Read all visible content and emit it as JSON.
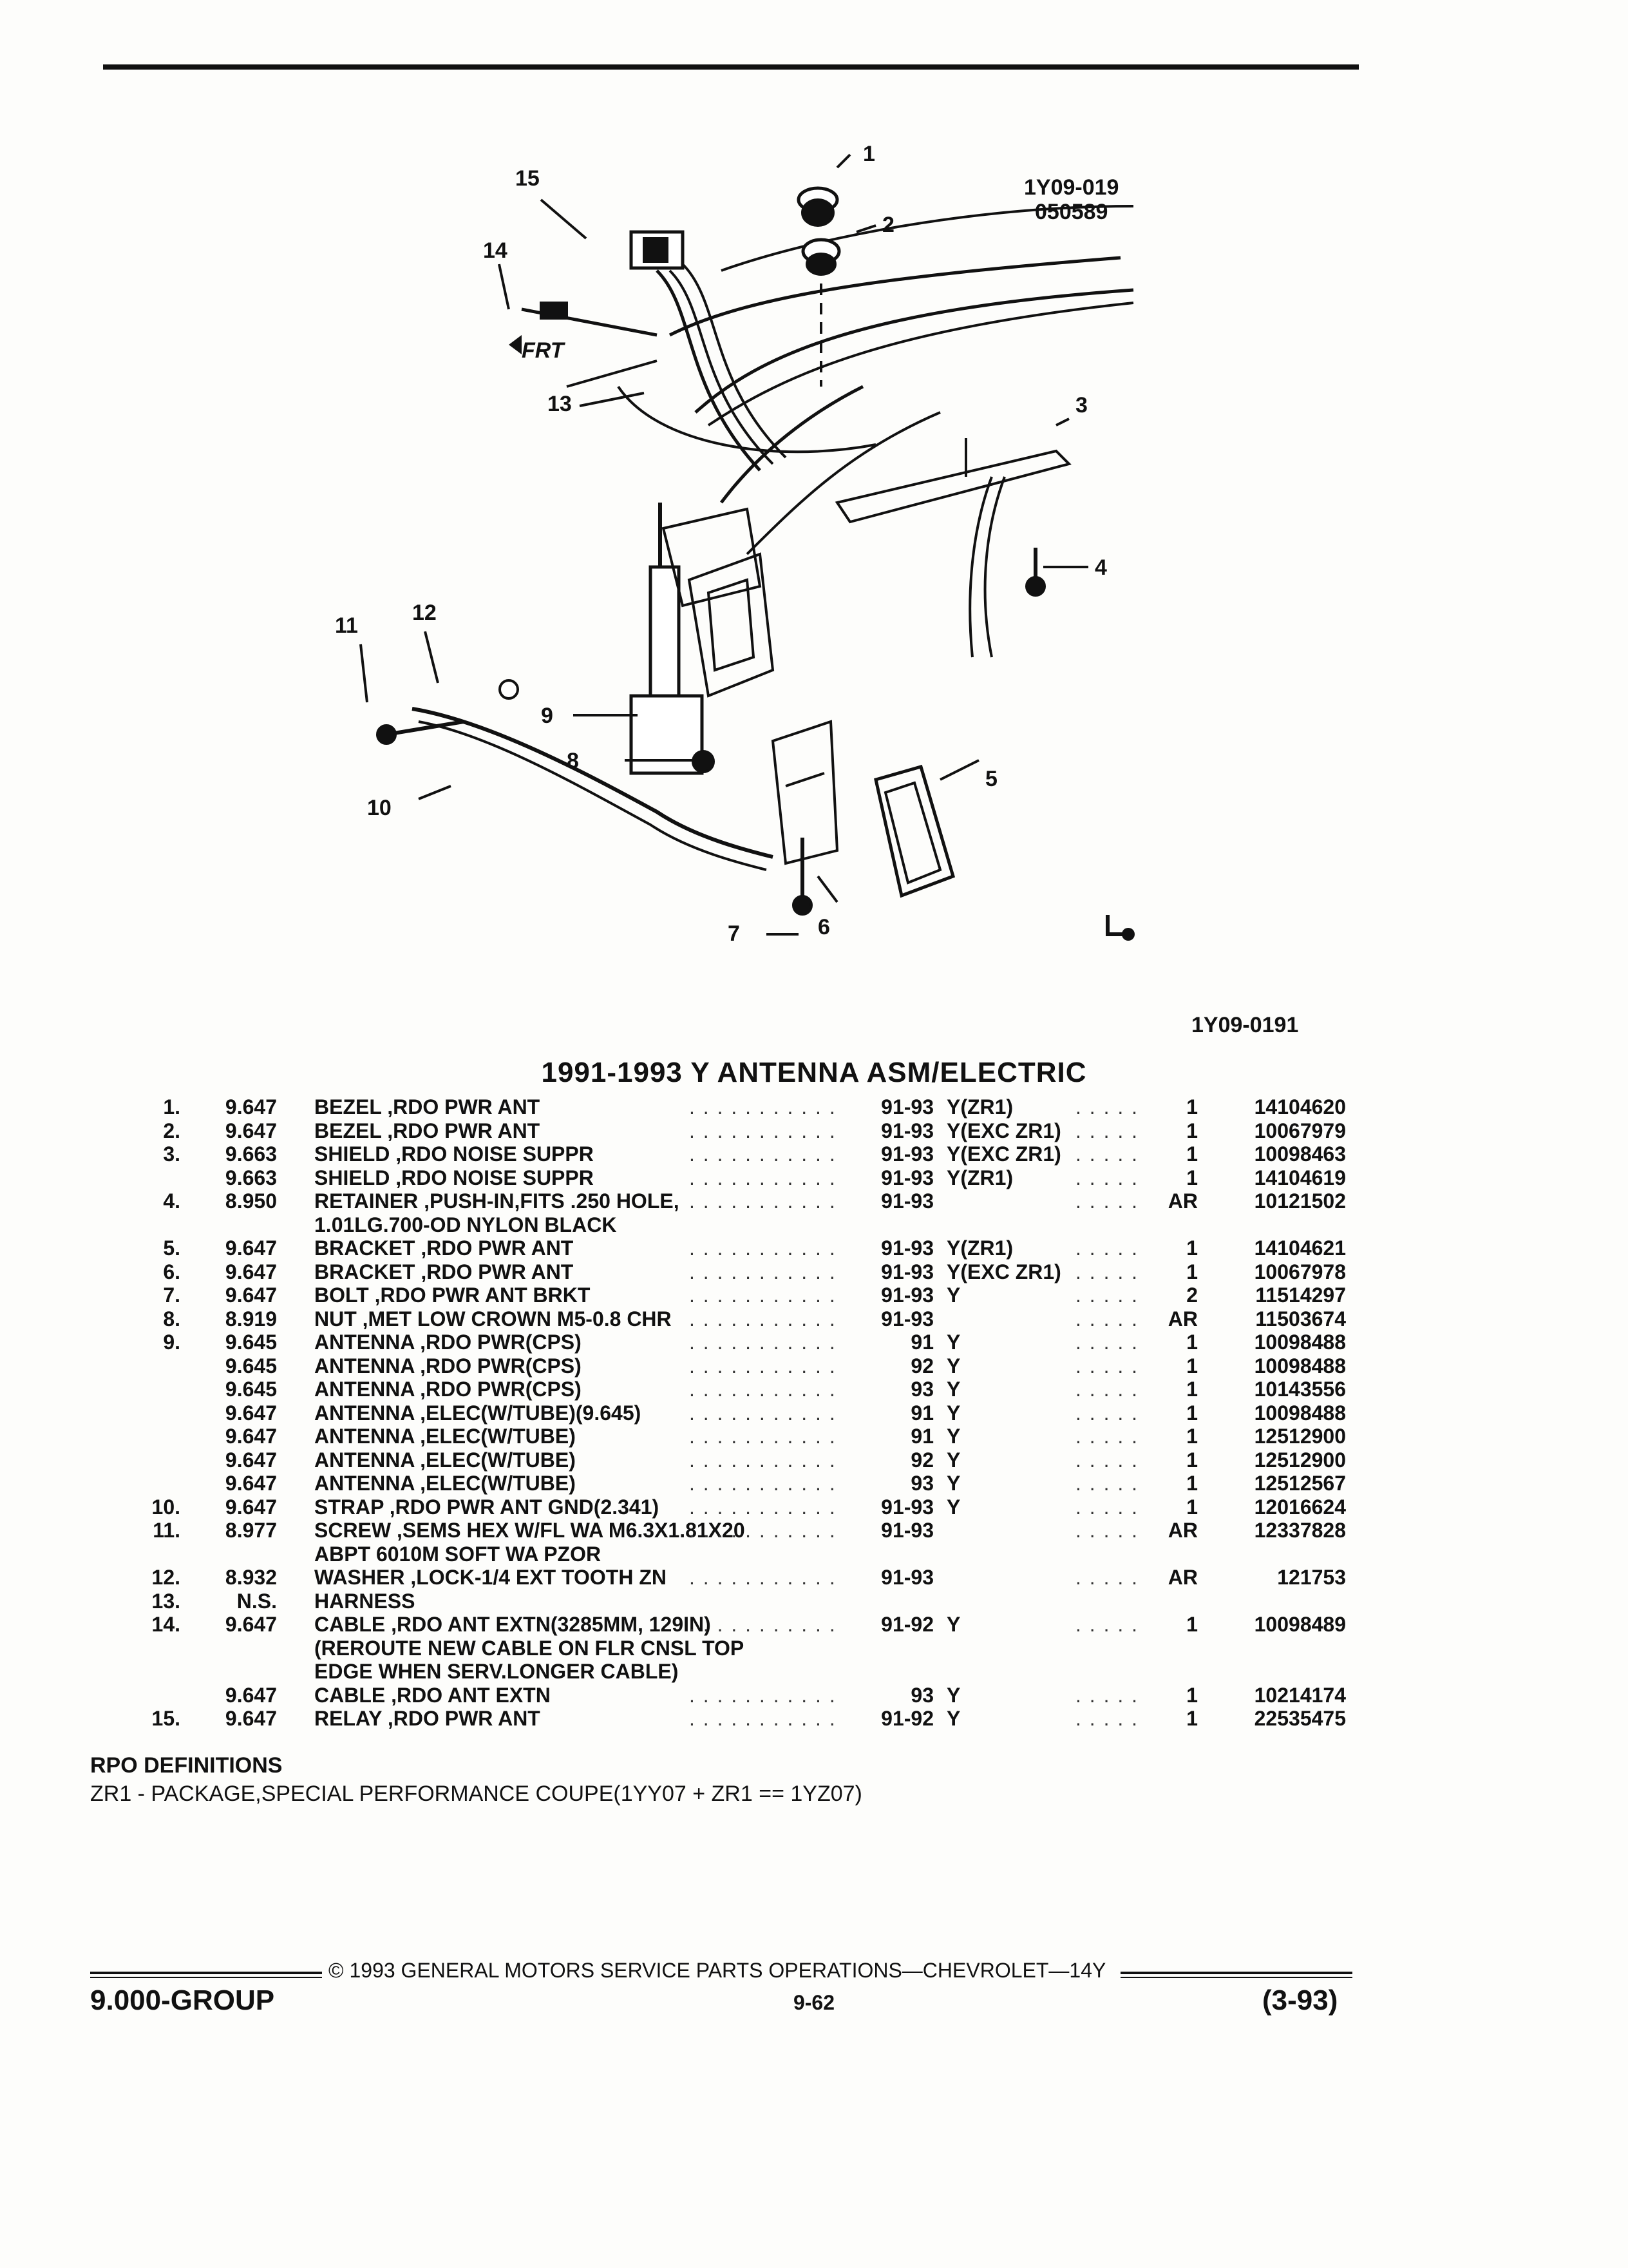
{
  "diagram": {
    "code_top": [
      "1Y09-019",
      "050589"
    ],
    "code_bottom": "1Y09-0191",
    "front_label": "FRT",
    "callouts": [
      "1",
      "2",
      "3",
      "4",
      "5",
      "6",
      "7",
      "8",
      "9",
      "10",
      "11",
      "12",
      "13",
      "14",
      "15"
    ]
  },
  "title": "1991-1993 Y ANTENNA ASM/ELECTRIC",
  "parts": [
    {
      "item": "1.",
      "grp": "9.647",
      "desc": "BEZEL ,RDO PWR ANT",
      "years": "91-93",
      "usage": "Y(ZR1)",
      "qty": "1",
      "part": "14104620"
    },
    {
      "item": "2.",
      "grp": "9.647",
      "desc": "BEZEL ,RDO PWR ANT",
      "years": "91-93",
      "usage": "Y(EXC ZR1)",
      "qty": "1",
      "part": "10067979"
    },
    {
      "item": "3.",
      "grp": "9.663",
      "desc": "SHIELD ,RDO NOISE SUPPR",
      "years": "91-93",
      "usage": "Y(EXC ZR1)",
      "qty": "1",
      "part": "10098463"
    },
    {
      "item": "",
      "grp": "9.663",
      "desc": "SHIELD ,RDO NOISE SUPPR",
      "years": "91-93",
      "usage": "Y(ZR1)",
      "qty": "1",
      "part": "14104619"
    },
    {
      "item": "4.",
      "grp": "8.950",
      "desc": "RETAINER ,PUSH-IN,FITS .250 HOLE,",
      "years": "91-93",
      "usage": "",
      "qty": "AR",
      "part": "10121502"
    },
    {
      "item": "",
      "grp": "",
      "desc": "1.01LG.700-OD NYLON BLACK",
      "years": "",
      "usage": "",
      "qty": "",
      "part": ""
    },
    {
      "item": "5.",
      "grp": "9.647",
      "desc": "BRACKET ,RDO PWR ANT",
      "years": "91-93",
      "usage": "Y(ZR1)",
      "qty": "1",
      "part": "14104621"
    },
    {
      "item": "6.",
      "grp": "9.647",
      "desc": "BRACKET ,RDO PWR ANT",
      "years": "91-93",
      "usage": "Y(EXC ZR1)",
      "qty": "1",
      "part": "10067978"
    },
    {
      "item": "7.",
      "grp": "9.647",
      "desc": "BOLT ,RDO PWR ANT BRKT",
      "years": "91-93",
      "usage": "Y",
      "qty": "2",
      "part": "11514297"
    },
    {
      "item": "8.",
      "grp": "8.919",
      "desc": "NUT ,MET LOW CROWN M5-0.8 CHR",
      "years": "91-93",
      "usage": "",
      "qty": "AR",
      "part": "11503674"
    },
    {
      "item": "9.",
      "grp": "9.645",
      "desc": "ANTENNA ,RDO PWR(CPS)",
      "years": "91",
      "usage": "Y",
      "qty": "1",
      "part": "10098488"
    },
    {
      "item": "",
      "grp": "9.645",
      "desc": "ANTENNA ,RDO PWR(CPS)",
      "years": "92",
      "usage": "Y",
      "qty": "1",
      "part": "10098488"
    },
    {
      "item": "",
      "grp": "9.645",
      "desc": "ANTENNA ,RDO PWR(CPS)",
      "years": "93",
      "usage": "Y",
      "qty": "1",
      "part": "10143556"
    },
    {
      "item": "",
      "grp": "9.647",
      "desc": "ANTENNA ,ELEC(W/TUBE)(9.645)",
      "years": "91",
      "usage": "Y",
      "qty": "1",
      "part": "10098488"
    },
    {
      "item": "",
      "grp": "9.647",
      "desc": "ANTENNA ,ELEC(W/TUBE)",
      "years": "91",
      "usage": "Y",
      "qty": "1",
      "part": "12512900"
    },
    {
      "item": "",
      "grp": "9.647",
      "desc": "ANTENNA ,ELEC(W/TUBE)",
      "years": "92",
      "usage": "Y",
      "qty": "1",
      "part": "12512900"
    },
    {
      "item": "",
      "grp": "9.647",
      "desc": "ANTENNA ,ELEC(W/TUBE)",
      "years": "93",
      "usage": "Y",
      "qty": "1",
      "part": "12512567"
    },
    {
      "item": "10.",
      "grp": "9.647",
      "desc": "STRAP ,RDO PWR ANT GND(2.341)",
      "years": "91-93",
      "usage": "Y",
      "qty": "1",
      "part": "12016624"
    },
    {
      "item": "11.",
      "grp": "8.977",
      "desc": "SCREW ,SEMS HEX W/FL WA M6.3X1.81X20",
      "years": "91-93",
      "usage": "",
      "qty": "AR",
      "part": "12337828"
    },
    {
      "item": "",
      "grp": "",
      "desc": "ABPT 6010M SOFT WA PZOR",
      "years": "",
      "usage": "",
      "qty": "",
      "part": ""
    },
    {
      "item": "12.",
      "grp": "8.932",
      "desc": "WASHER ,LOCK-1/4 EXT TOOTH ZN",
      "years": "91-93",
      "usage": "",
      "qty": "AR",
      "part": "121753"
    },
    {
      "item": "13.",
      "grp": "N.S.",
      "desc": "HARNESS",
      "years": "",
      "usage": "",
      "qty": "",
      "part": ""
    },
    {
      "item": "14.",
      "grp": "9.647",
      "desc": "CABLE ,RDO ANT EXTN(3285MM, 129IN)",
      "years": "91-92",
      "usage": "Y",
      "qty": "1",
      "part": "10098489"
    },
    {
      "item": "",
      "grp": "",
      "desc": "(REROUTE NEW CABLE ON FLR CNSL TOP",
      "years": "",
      "usage": "",
      "qty": "",
      "part": ""
    },
    {
      "item": "",
      "grp": "",
      "desc": "EDGE WHEN SERV.LONGER CABLE)",
      "years": "",
      "usage": "",
      "qty": "",
      "part": ""
    },
    {
      "item": "",
      "grp": "9.647",
      "desc": "CABLE ,RDO ANT EXTN",
      "years": "93",
      "usage": "Y",
      "qty": "1",
      "part": "10214174"
    },
    {
      "item": "15.",
      "grp": "9.647",
      "desc": "RELAY ,RDO PWR ANT",
      "years": "91-92",
      "usage": "Y",
      "qty": "1",
      "part": "22535475"
    }
  ],
  "rpo": {
    "heading": "RPO DEFINITIONS",
    "line": "ZR1 - PACKAGE,SPECIAL PERFORMANCE COUPE(1YY07 + ZR1 == 1YZ07)"
  },
  "footer": {
    "copyright": "© 1993 GENERAL MOTORS SERVICE PARTS OPERATIONS—CHEVROLET—14Y",
    "group": "9.000-GROUP",
    "page": "9-62",
    "revision": "(3-93)"
  }
}
